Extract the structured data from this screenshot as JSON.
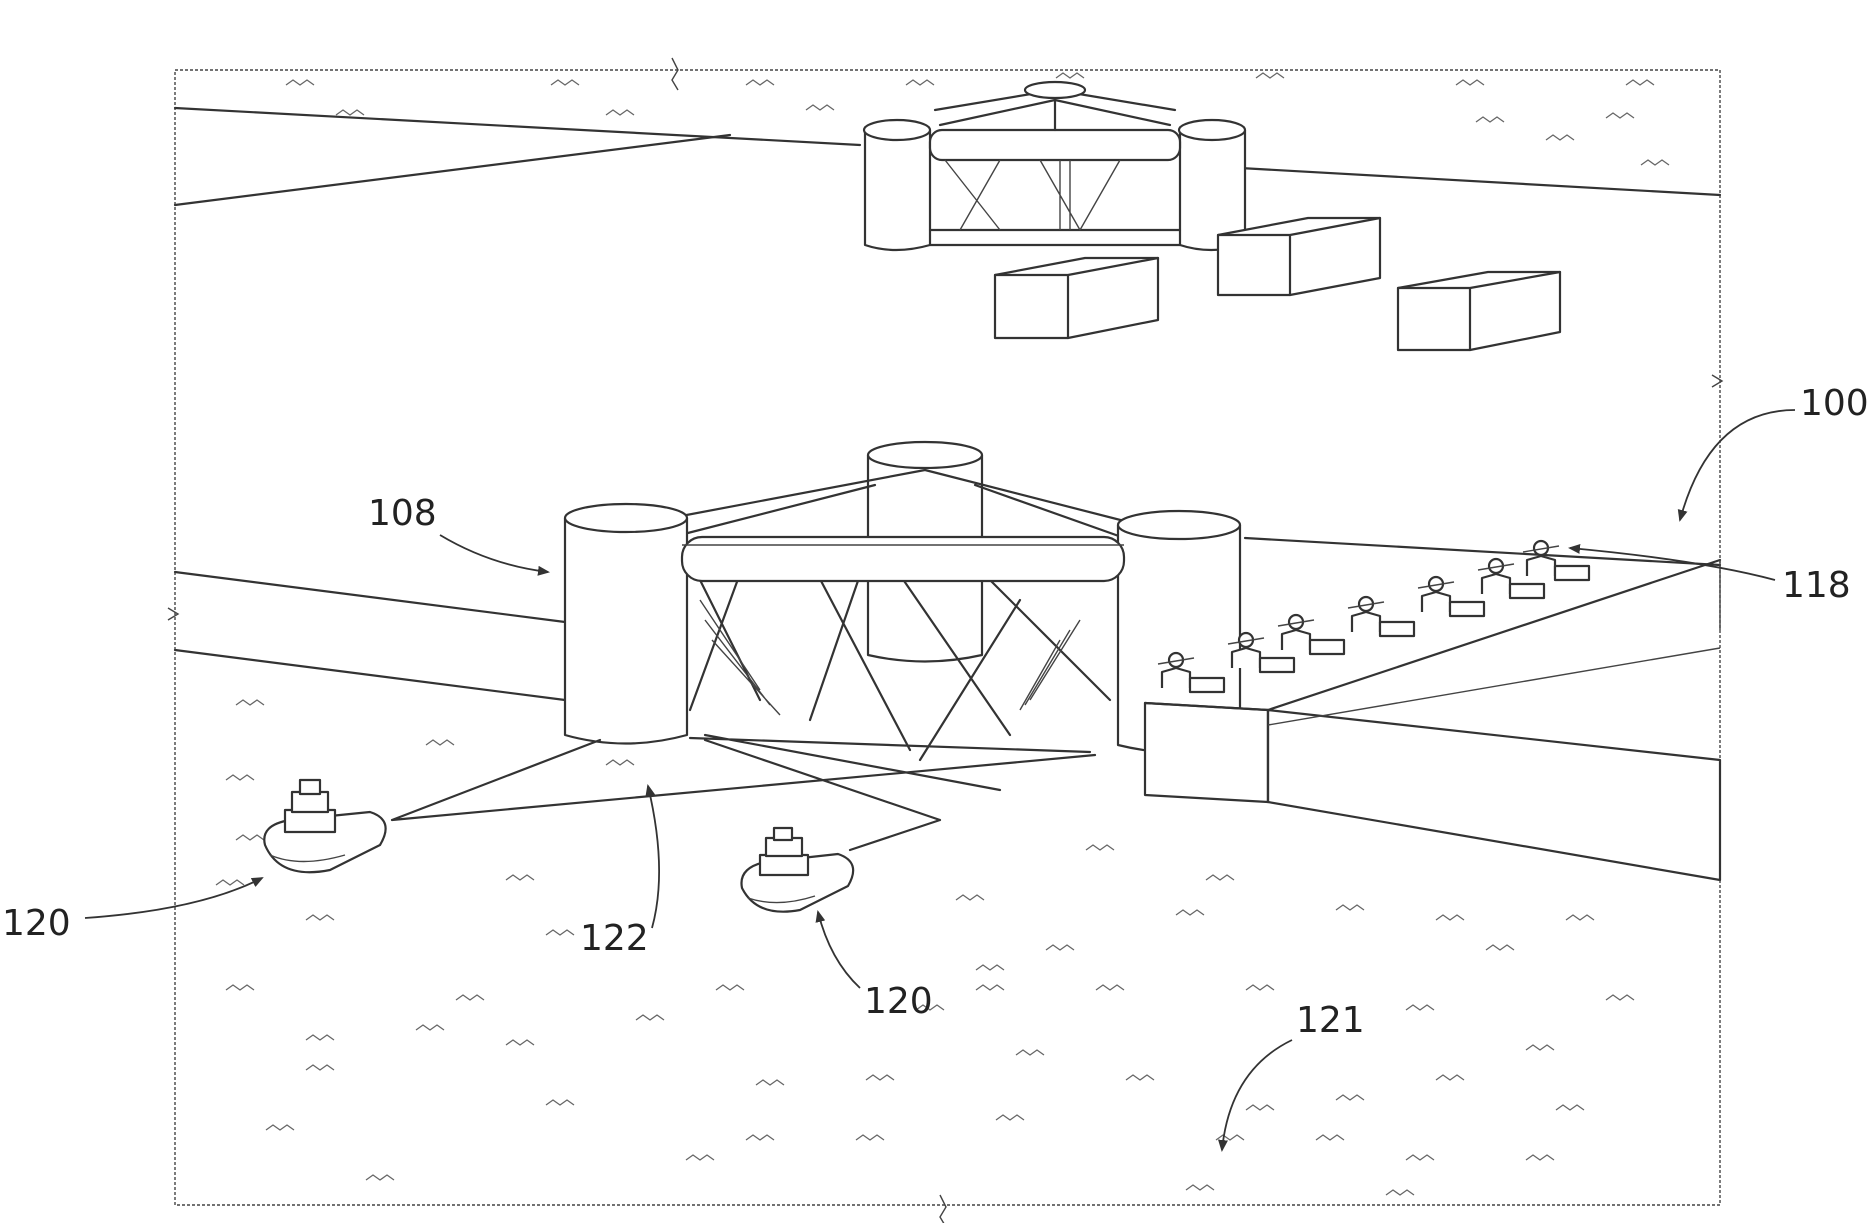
{
  "labels": {
    "assembly": "100",
    "semi_submersible": "108",
    "mooring_bollards": "118",
    "tug_left": "120",
    "tug_right": "120",
    "water": "121",
    "tow_lines": "122"
  }
}
